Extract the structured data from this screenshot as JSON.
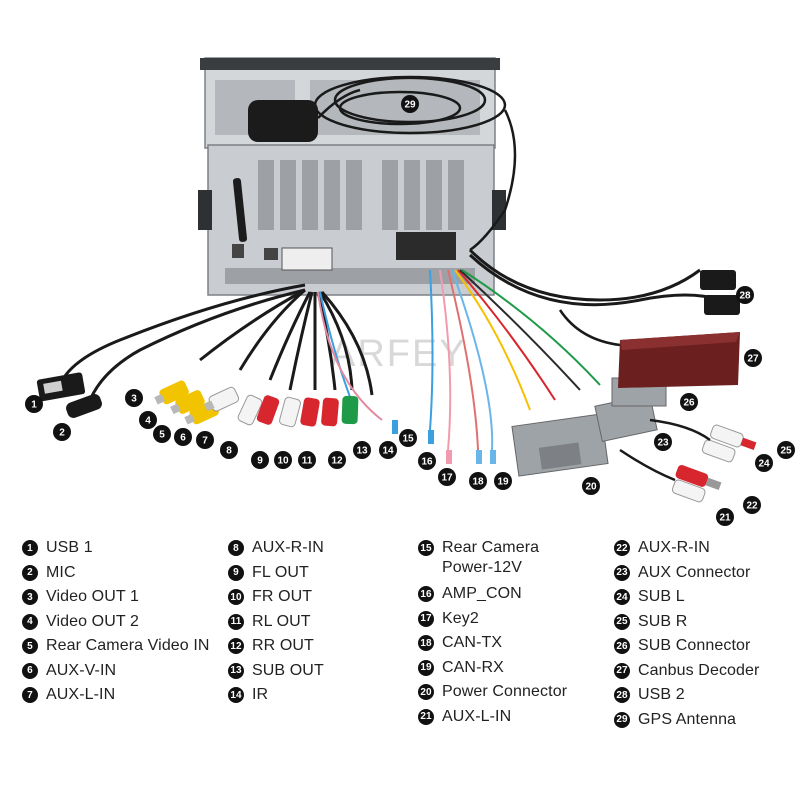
{
  "watermark": "ARFEY",
  "colors": {
    "chassis": "#c9ccd0",
    "chassis_dark": "#8f9398",
    "cable": "#1a1a1a",
    "rca_yellow": "#f2c400",
    "rca_white": "#f4f4f4",
    "rca_red": "#d8262e",
    "rca_green": "#1f9a49",
    "wire_blue": "#3aa0e0",
    "decoder": "#6b1f1f",
    "connector_grey": "#9ea3a8"
  },
  "callouts": [
    "1",
    "2",
    "3",
    "4",
    "5",
    "6",
    "7",
    "8",
    "9",
    "10",
    "11",
    "12",
    "13",
    "14",
    "15",
    "16",
    "17",
    "18",
    "19",
    "20",
    "21",
    "22",
    "23",
    "24",
    "25",
    "26",
    "27",
    "28",
    "29"
  ],
  "legend": {
    "col1": [
      {
        "num": "1",
        "label": "USB 1"
      },
      {
        "num": "2",
        "label": "MIC"
      },
      {
        "num": "3",
        "label": "Video OUT 1"
      },
      {
        "num": "4",
        "label": "Video OUT 2"
      },
      {
        "num": "5",
        "label": "Rear Camera Video IN"
      },
      {
        "num": "6",
        "label": "AUX-V-IN"
      },
      {
        "num": "7",
        "label": "AUX-L-IN"
      }
    ],
    "col2": [
      {
        "num": "8",
        "label": "AUX-R-IN"
      },
      {
        "num": "9",
        "label": "FL OUT"
      },
      {
        "num": "10",
        "label": "FR OUT"
      },
      {
        "num": "11",
        "label": "RL OUT"
      },
      {
        "num": "12",
        "label": "RR OUT"
      },
      {
        "num": "13",
        "label": "SUB OUT"
      },
      {
        "num": "14",
        "label": "IR"
      }
    ],
    "col3": [
      {
        "num": "15",
        "label": "Rear Camera\nPower-12V",
        "tall": true
      },
      {
        "num": "16",
        "label": "AMP_CON"
      },
      {
        "num": "17",
        "label": "Key2"
      },
      {
        "num": "18",
        "label": "CAN-TX"
      },
      {
        "num": "19",
        "label": "CAN-RX"
      },
      {
        "num": "20",
        "label": "Power Connector"
      },
      {
        "num": "21",
        "label": "AUX-L-IN"
      }
    ],
    "col4": [
      {
        "num": "22",
        "label": "AUX-R-IN"
      },
      {
        "num": "23",
        "label": "AUX Connector"
      },
      {
        "num": "24",
        "label": "SUB L"
      },
      {
        "num": "25",
        "label": "SUB R"
      },
      {
        "num": "26",
        "label": "SUB Connector"
      },
      {
        "num": "27",
        "label": "Canbus Decoder"
      },
      {
        "num": "28",
        "label": "USB 2"
      },
      {
        "num": "29",
        "label": "GPS Antenna"
      }
    ]
  }
}
